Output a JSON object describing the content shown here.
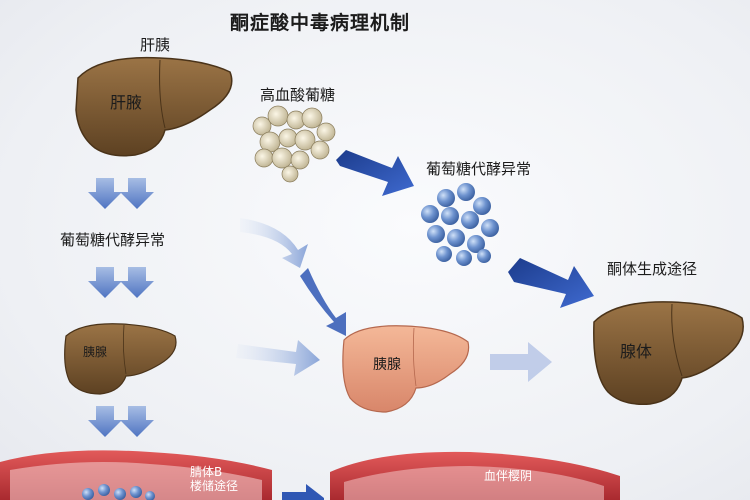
{
  "title": "酮症酸中毒病理机制",
  "labels": {
    "top_liver": "肝胰",
    "high_glucose": "高血酸葡糖",
    "glucose_metab_right": "葡萄糖代酵异常",
    "ketone_path": "酮体生成途径",
    "glucose_metab_left": "葡萄糖代酵异常"
  },
  "organs": {
    "liver_main": "肝腋",
    "liver_small": "胰腺",
    "pancreas": "胰腺",
    "kidney": "腺体"
  },
  "vessels": {
    "left_line1": "腈体B",
    "left_line2": "楼储途径",
    "right": "血伴樱阴"
  },
  "colors": {
    "liver": "#7a5a34",
    "pancreas": "#e9a37f",
    "vessel": "#d84a4a",
    "arrow_dark": "#2a4fa8",
    "arrow_light": "#9bb3dc",
    "glucose": "#6e93cf"
  }
}
